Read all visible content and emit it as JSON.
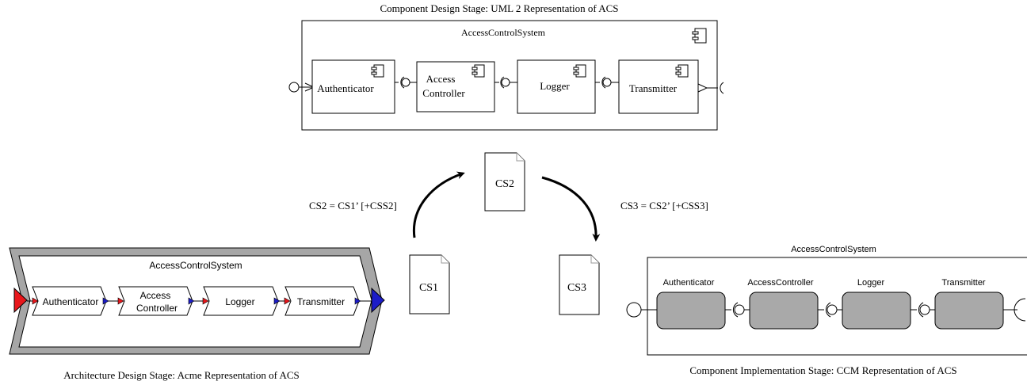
{
  "uml": {
    "caption": "Component Design Stage: UML 2 Representation of ACS",
    "system_name": "AccessControlSystem",
    "components": [
      {
        "line1": "Authenticator",
        "line2": ""
      },
      {
        "line1": "Access",
        "line2": "Controller"
      },
      {
        "line1": "Logger",
        "line2": ""
      },
      {
        "line1": "Transmitter",
        "line2": ""
      }
    ]
  },
  "acme": {
    "caption": "Architecture Design Stage: Acme Representation of ACS",
    "system_name": "AccessControlSystem",
    "components": [
      {
        "line1": "Authenticator",
        "line2": ""
      },
      {
        "line1": "Access",
        "line2": "Controller"
      },
      {
        "line1": "Logger",
        "line2": ""
      },
      {
        "line1": "Transmitter",
        "line2": ""
      }
    ],
    "colors": {
      "in_port": "#e8161b",
      "out_port": "#1c1cc8",
      "frame": "#a6a6a6"
    }
  },
  "ccm": {
    "caption": "Component Implementation Stage: CCM Representation of ACS",
    "system_name": "AccessControlSystem",
    "components": [
      "Authenticator",
      "AccessController",
      "Logger",
      "Transmitter"
    ],
    "colors": {
      "component_fill": "#a9a9a9"
    }
  },
  "documents": {
    "cs1": "CS1",
    "cs2": "CS2",
    "cs3": "CS3"
  },
  "transformations": {
    "left": "CS2 = CS1’ [+CSS2]",
    "right": "CS3 = CS2’ [+CSS3]"
  }
}
